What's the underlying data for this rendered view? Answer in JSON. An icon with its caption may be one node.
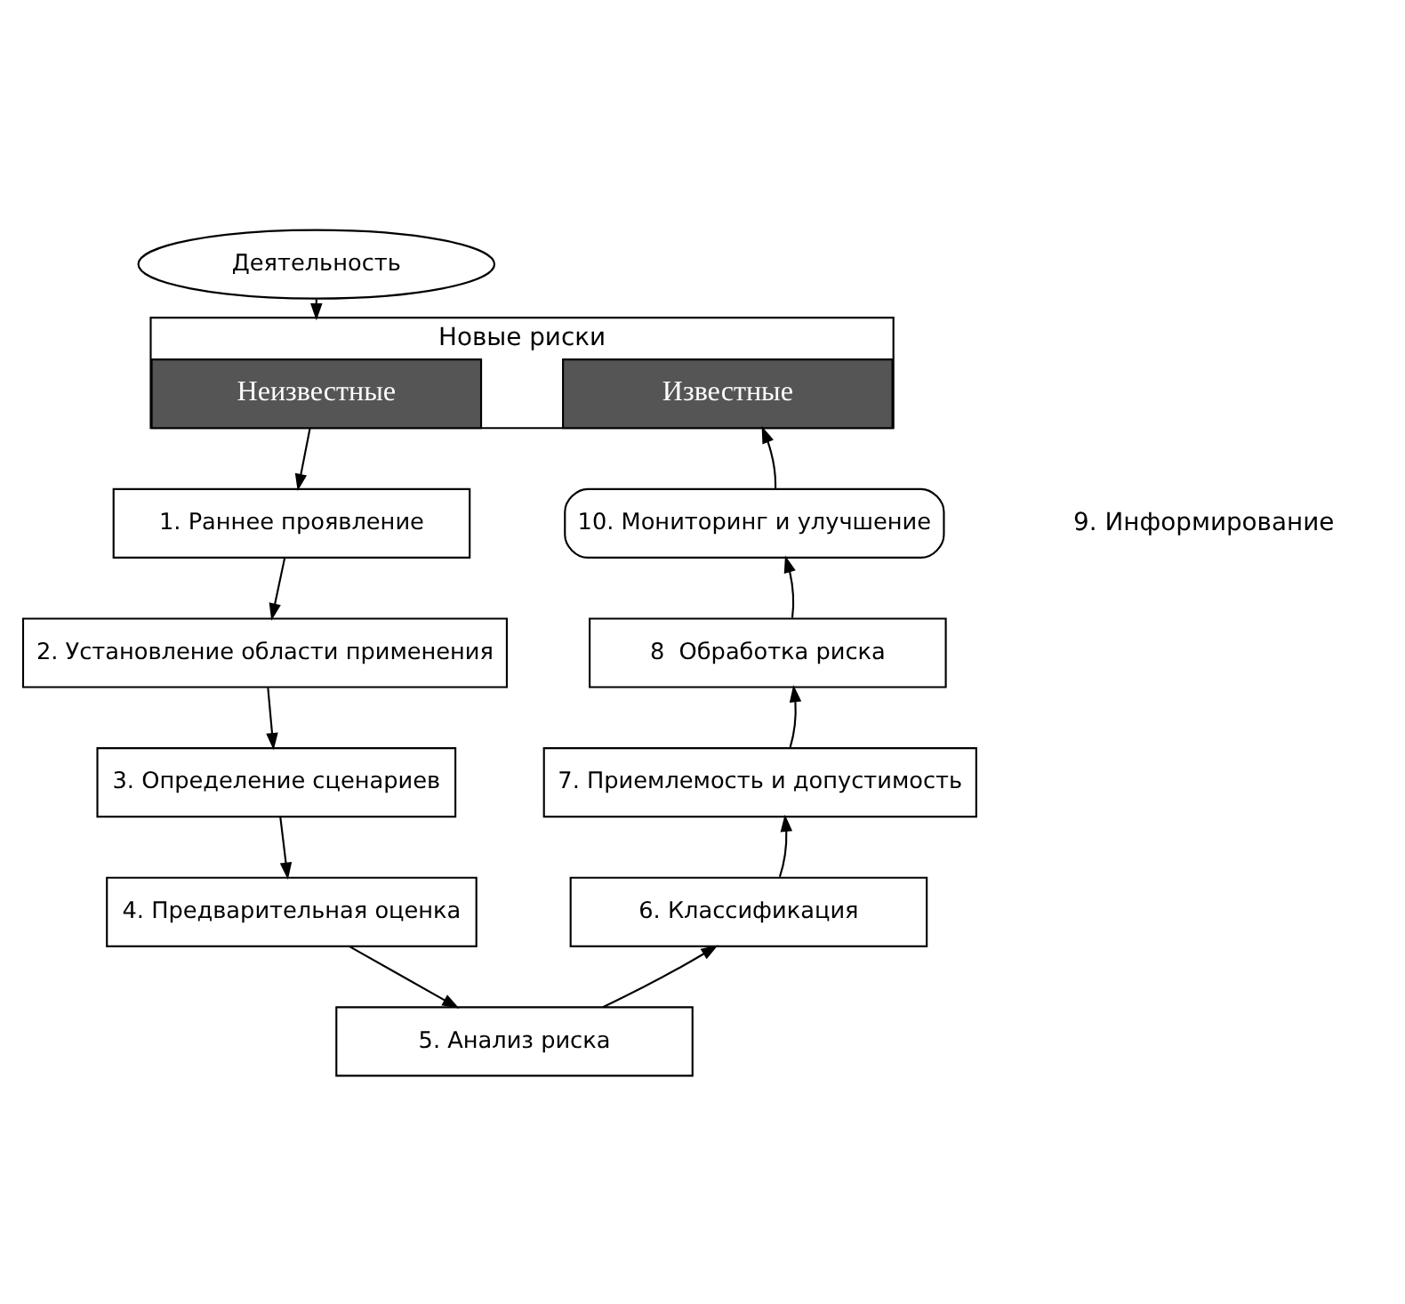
{
  "diagram": {
    "nodes": [
      {
        "text": [
          "Деятельность"
        ]
      },
      {
        "text": [
          "Новые риски"
        ]
      },
      {
        "text": [
          "Неизвестные"
        ],
        "in": 1
      },
      {
        "text": [
          "Известные"
        ],
        "in": 1
      },
      {
        "text": [
          "1. Раннее проявление"
        ]
      },
      {
        "text": [
          "2. Установление области применения"
        ]
      },
      {
        "text": [
          "3. Определение сценариев"
        ]
      },
      {
        "text": [
          "4. Предварительная оценка"
        ]
      },
      {
        "text": [
          "5. Анализ риска"
        ]
      },
      {
        "text": [
          "6. Классификация"
        ]
      },
      {
        "text": [
          "7. Приемлемость и допустимость"
        ]
      },
      {
        "text": [
          "8  Обработка риска"
        ]
      },
      {
        "text": [
          "10. Мониторинг и улучшение"
        ]
      }
    ],
    "edges": [
      {
        "from": 0,
        "to": 1,
        "arrow": "to"
      },
      {
        "from": 2,
        "to": 4,
        "arrow": "to"
      },
      {
        "from": 4,
        "to": 5,
        "arrow": "to"
      },
      {
        "from": 5,
        "to": 6,
        "arrow": "to"
      },
      {
        "from": 6,
        "to": 7,
        "arrow": "to"
      },
      {
        "from": 7,
        "to": 8,
        "arrow": "to"
      },
      {
        "from": 8,
        "to": 9,
        "arrow": "to"
      },
      {
        "from": 9,
        "to": 10,
        "arrow": "to"
      },
      {
        "from": 10,
        "to": 11,
        "arrow": "to"
      },
      {
        "from": 11,
        "to": 12,
        "arrow": "to"
      },
      {
        "from": 12,
        "to": 3,
        "arrow": "to"
      }
    ],
    "labels": [
      "9. Информирование"
    ]
  }
}
